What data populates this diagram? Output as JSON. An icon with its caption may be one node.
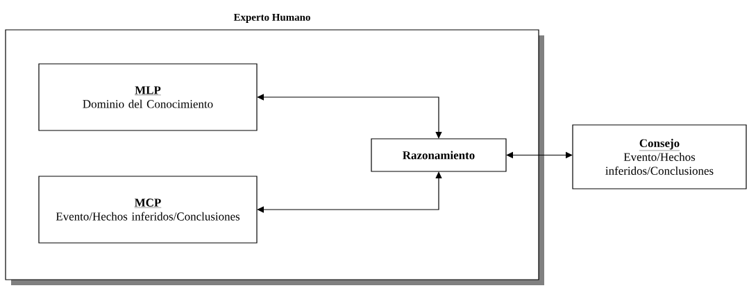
{
  "diagram": {
    "nodes": [
      {
        "text": [
          "Experto Humano"
        ]
      },
      {
        "text": [
          "MLP",
          "Dominio del Conocimiento"
        ],
        "in": 0
      },
      {
        "text": [
          "MCP",
          "Evento/Hechos inferidos/Conclusiones"
        ],
        "in": 0
      },
      {
        "text": [
          "Razonamiento"
        ],
        "in": 0
      },
      {
        "text": [
          "Consejo",
          "Evento/Hechos inferidos/Conclusiones"
        ]
      }
    ],
    "edges": [
      {
        "from": 3,
        "to": 1,
        "arrow": "both"
      },
      {
        "from": 3,
        "to": 2,
        "arrow": "both"
      },
      {
        "from": 3,
        "to": 4,
        "arrow": "both"
      }
    ]
  }
}
